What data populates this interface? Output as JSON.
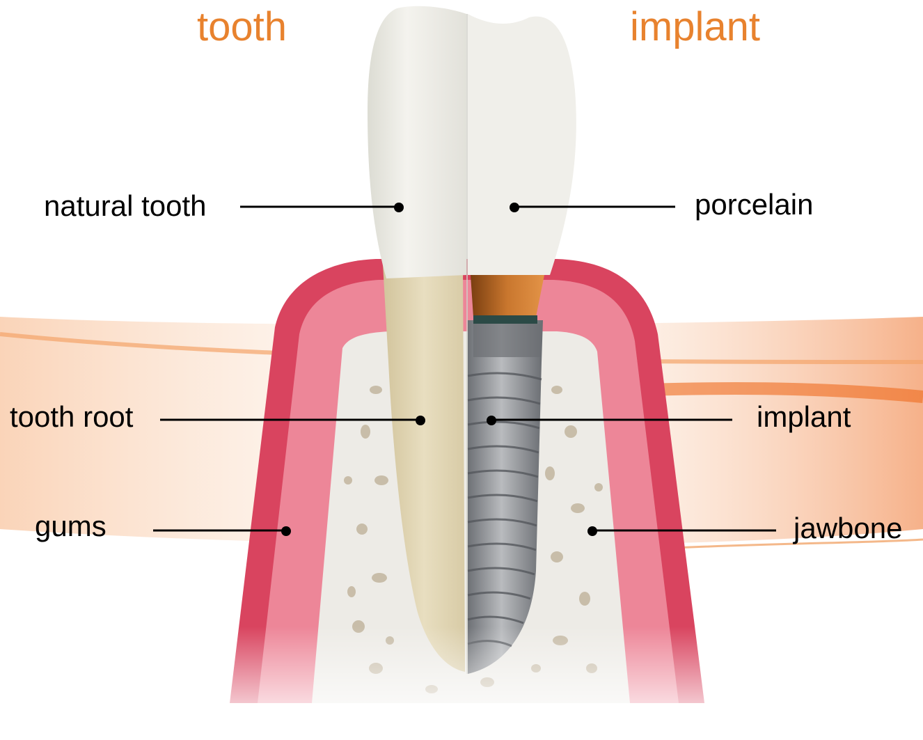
{
  "headings": {
    "left": "tooth",
    "right": "implant"
  },
  "labels": {
    "natural_tooth": "natural tooth",
    "porcelain": "porcelain",
    "tooth_root": "tooth root",
    "implant": "implant",
    "gums": "gums",
    "jawbone": "jawbone"
  },
  "colors": {
    "heading": "#E8822E",
    "accent_swoosh": "#F07A2A",
    "gum": "#D9445F",
    "gum_light": "#EE9AA6",
    "bone": "#EDEBE6",
    "enamel": "#F1F0EA",
    "root": "#E4D8B6",
    "implant_metal": "#8E9196",
    "abutment": "#B8631E"
  }
}
